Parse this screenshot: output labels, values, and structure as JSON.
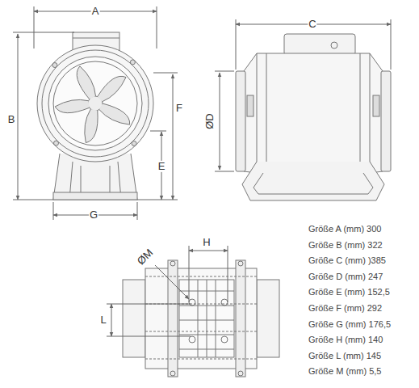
{
  "diagram": {
    "labels": [
      "A",
      "B",
      "C",
      "ØD",
      "E",
      "F",
      "G",
      "H",
      "L",
      "ØM",
      "Größe A (mm) 300",
      "Größe B (mm) 322",
      "Größe C (mm) )385",
      "Größe D (mm) 247",
      "Größe E (mm) 152,5",
      "Größe F (mm) 292",
      "Größe G (mm) 176,5",
      "Größe H (mm) 140",
      "Größe L (mm) 145",
      "Größe M (mm) 5,5"
    ]
  }
}
